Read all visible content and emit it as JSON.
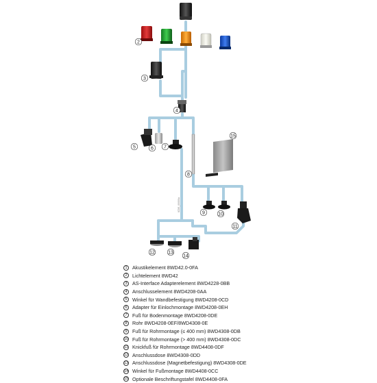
{
  "drawing_code": "ICDS_00000a",
  "callouts": [
    "2",
    "3",
    "4",
    "5",
    "6",
    "7",
    "8",
    "9",
    "10",
    "11",
    "12",
    "13",
    "14",
    "15"
  ],
  "legend": [
    {
      "num": "1",
      "text": "Akustikelement 8WD42.0-0FA"
    },
    {
      "num": "2",
      "text": "Lichtelement 8WD42"
    },
    {
      "num": "3",
      "text": "AS-Interface Adapterelement 8WD4228-0BB"
    },
    {
      "num": "4",
      "text": "Anschlusselement 8WD4208-0AA"
    },
    {
      "num": "5",
      "text": "Winkel für Wandbefestigung 8WD4208-0CD"
    },
    {
      "num": "6",
      "text": "Adapter für Einlochmontage 8WD4208-0EH"
    },
    {
      "num": "7",
      "text": "Fuß für Bodenmontage 8WD4208-0DE"
    },
    {
      "num": "8",
      "text": "Rohr 8WD4208-0EF/8WD4308-0E"
    },
    {
      "num": "9",
      "text": "Fuß für Rohrmontage (≤ 400 mm) 8WD4308-0DB"
    },
    {
      "num": "10",
      "text": "Fuß für Rohrmontage (> 400 mm) 8WD4308-0DC"
    },
    {
      "num": "11",
      "text": "Knickfuß für Rohrmontage 8WD4408-0DF"
    },
    {
      "num": "12",
      "text": "Anschlussdose 8WD4308-0DD"
    },
    {
      "num": "13",
      "text": "Anschlussdose (Magnetbefestigung) 8WD4308-0DE"
    },
    {
      "num": "14",
      "text": "Winkel für Fußmontage 8WD4408-0CC"
    },
    {
      "num": "15",
      "text": "Optionale Beschriftungstafel 8WD4408-0FA"
    }
  ]
}
